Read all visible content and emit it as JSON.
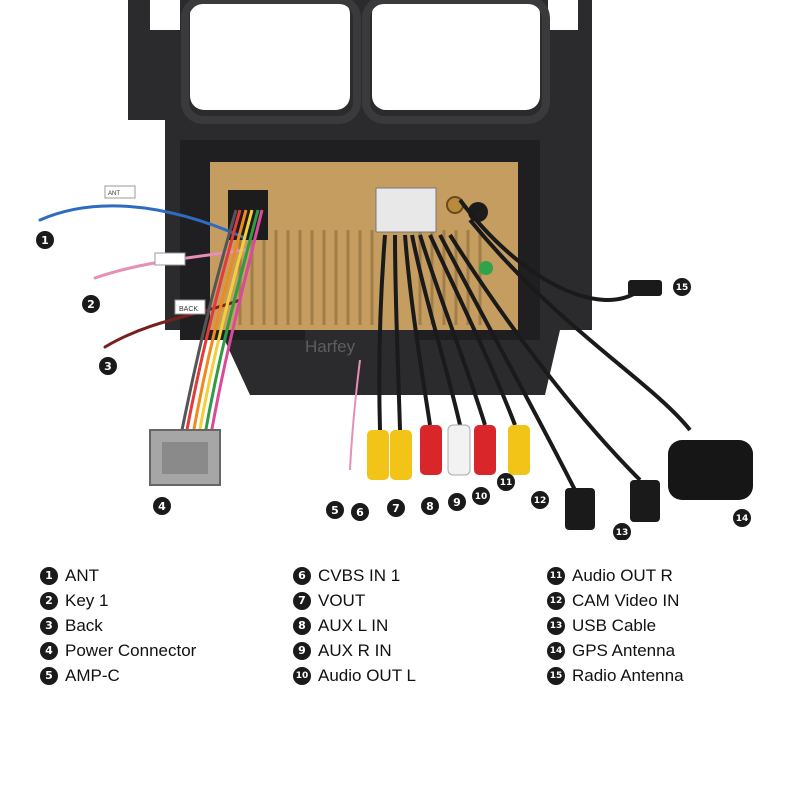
{
  "watermark": "Harfey",
  "frame_labels": {
    "wire_1": "ANT",
    "wire_3": "BACK"
  },
  "callouts": [
    "1",
    "2",
    "3",
    "4",
    "5",
    "6",
    "7",
    "8",
    "9",
    "10",
    "11",
    "12",
    "13",
    "14",
    "15"
  ],
  "legend": {
    "col1": [
      {
        "num": "1",
        "label": "ANT"
      },
      {
        "num": "2",
        "label": "Key 1"
      },
      {
        "num": "3",
        "label": "Back"
      },
      {
        "num": "4",
        "label": "Power Connector"
      },
      {
        "num": "5",
        "label": "AMP-C"
      }
    ],
    "col2": [
      {
        "num": "6",
        "label": "CVBS IN 1"
      },
      {
        "num": "7",
        "label": "VOUT"
      },
      {
        "num": "8",
        "label": "AUX L IN"
      },
      {
        "num": "9",
        "label": "AUX R IN"
      },
      {
        "num": "10",
        "label": "Audio OUT L"
      }
    ],
    "col3": [
      {
        "num": "11",
        "label": "Audio OUT R"
      },
      {
        "num": "12",
        "label": "CAM Video IN"
      },
      {
        "num": "13",
        "label": "USB Cable"
      },
      {
        "num": "14",
        "label": "GPS Antenna"
      },
      {
        "num": "15",
        "label": "Radio Antenna"
      }
    ]
  },
  "colors": {
    "bezel": "#2a2a2c",
    "metal_plate": "#c9a063",
    "rca_yellow": "#f2c417",
    "rca_red": "#d8262b",
    "rca_white": "#f2f2f2",
    "badge": "#1a1a1a"
  }
}
